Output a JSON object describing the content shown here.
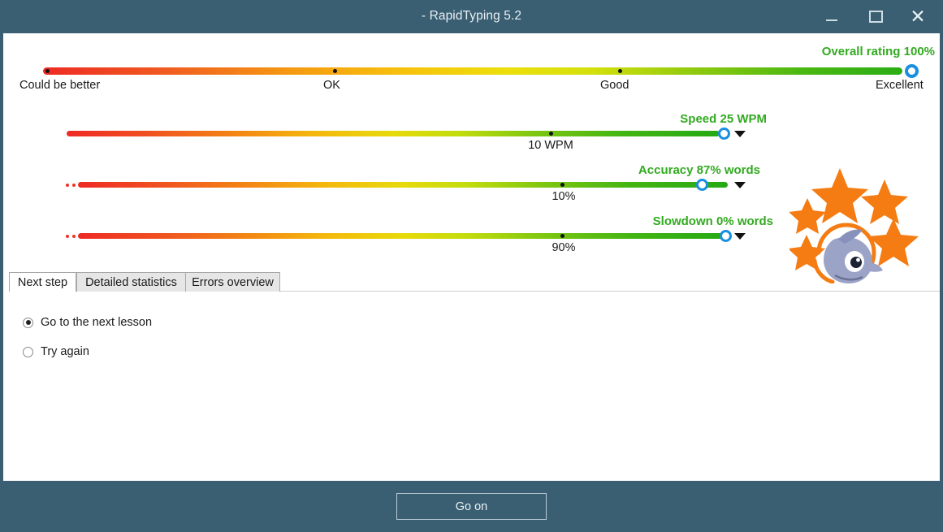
{
  "window": {
    "title": "- RapidTyping 5.2",
    "minimize_icon": "minimize-icon",
    "maximize_icon": "maximize-icon",
    "close_icon": "close-icon",
    "close_glyph": "✕",
    "titlebar_color": "#3a5e72"
  },
  "overall": {
    "label": "Overall rating 100%",
    "value": 100,
    "accent_color": "#32aa20",
    "handle_color": "#1a8fe0",
    "ticks": [
      {
        "label": "Could be better",
        "pos": 0
      },
      {
        "label": "OK",
        "pos": 34
      },
      {
        "label": "Good",
        "pos": 67
      },
      {
        "label": "Excellent",
        "pos": 100
      }
    ]
  },
  "metrics": [
    {
      "name": "speed",
      "label": "Speed 25 WPM",
      "value": 25,
      "unit": "WPM",
      "handle_percent": 100,
      "tick_label": "10 WPM",
      "tick_percent": 74,
      "has_lead_dots": false
    },
    {
      "name": "accuracy",
      "label": "Accuracy 87% words",
      "value": 87,
      "unit": "% words",
      "handle_percent": 87,
      "tick_label": "10%",
      "tick_percent": 74,
      "has_lead_dots": true
    },
    {
      "name": "slowdown",
      "label": "Slowdown 0% words",
      "value": 0,
      "unit": "% words",
      "handle_percent": 100,
      "tick_label": "90%",
      "tick_percent": 74,
      "has_lead_dots": true
    }
  ],
  "mascot": {
    "name": "rapidtyping-dolphin-logo",
    "star_count": 5,
    "star_color": "#f57c13",
    "body_color": "#9ba3c7"
  },
  "tabs": [
    {
      "label": "Next step",
      "active": true
    },
    {
      "label": "Detailed statistics",
      "active": false
    },
    {
      "label": "Errors overview",
      "active": false
    }
  ],
  "next_step": {
    "options": [
      {
        "label": "Go to the next lesson",
        "checked": true
      },
      {
        "label": "Try again",
        "checked": false
      }
    ]
  },
  "footer": {
    "go_on_label": "Go on"
  }
}
